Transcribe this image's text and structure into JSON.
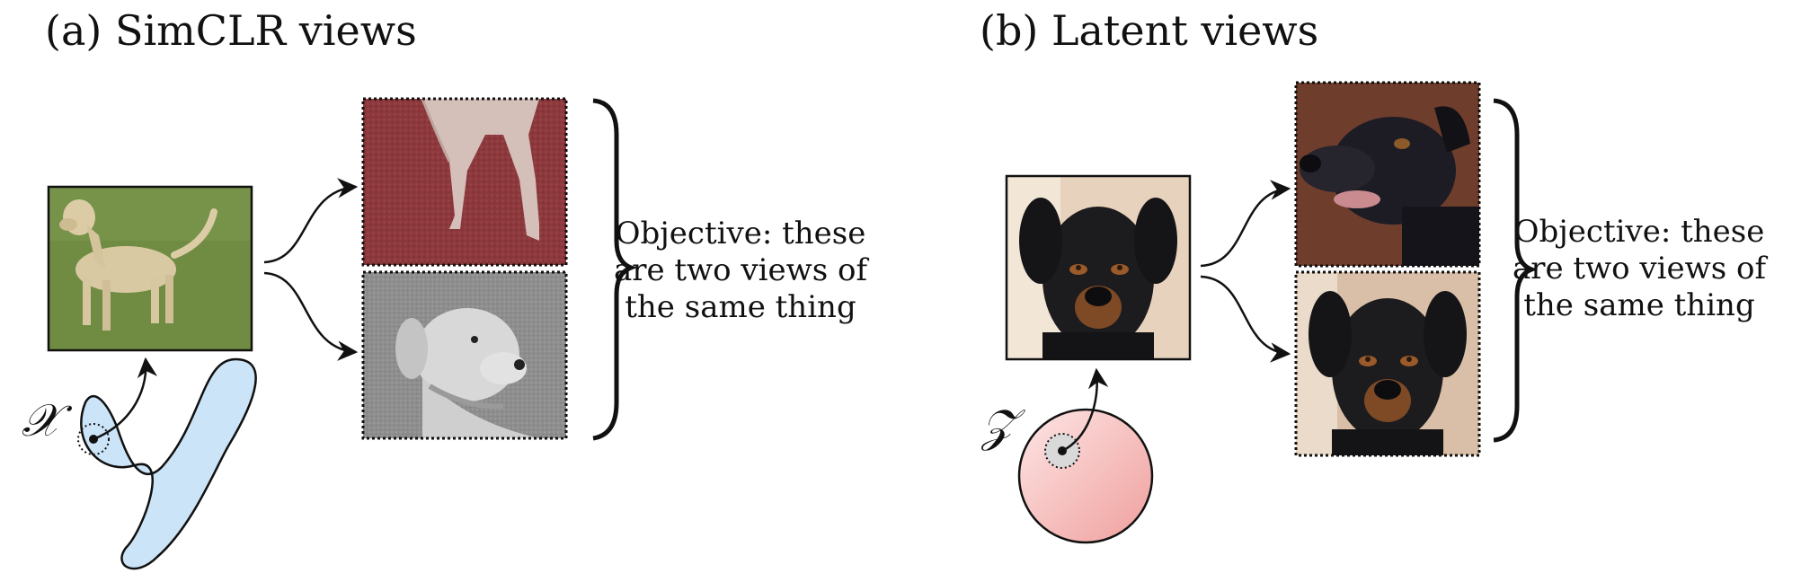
{
  "panel_a": {
    "title": "(a) SimCLR views",
    "space_symbol": "𝒳",
    "objective_lines": [
      "Objective: these",
      "are two views of",
      "the same thing"
    ],
    "colors": {
      "blob_fill": "#cfe5f7",
      "view1_tint": "#8f3a3a",
      "view2_tint": "#9a9a9a",
      "grass": "#6d8a3f"
    }
  },
  "panel_b": {
    "title": "(b) Latent views",
    "space_symbol": "𝒵",
    "objective_lines": [
      "Objective: these",
      "are two views of",
      "the same thing"
    ],
    "colors": {
      "circle_fill_light": "#fbe0df",
      "circle_fill_dark": "#f0a7a5",
      "dog_black": "#1b1a1d",
      "tan": "#9a5a2a"
    }
  }
}
